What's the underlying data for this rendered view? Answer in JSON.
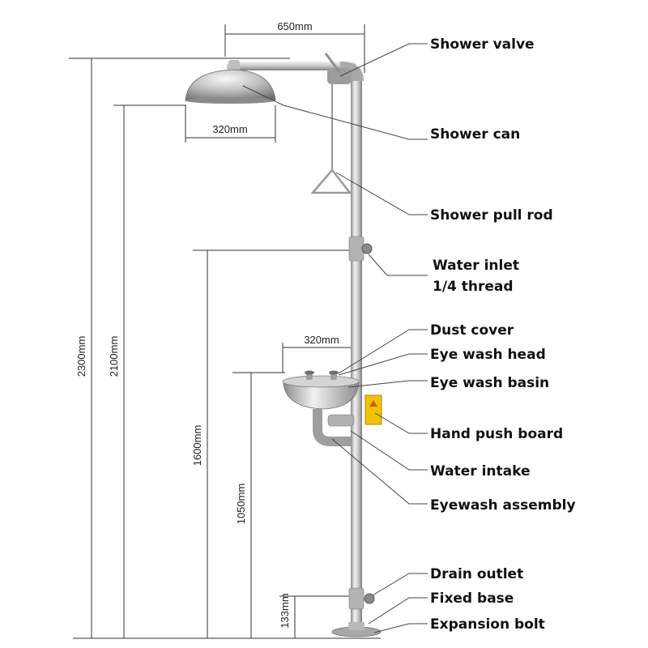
{
  "dimensions": {
    "arm_length": "650mm",
    "shower_can_width": "320mm",
    "basin_width": "320mm",
    "total_height": "2300mm",
    "shower_height": "2100mm",
    "basin_height": "1600mm",
    "eyewash_height": "1050mm",
    "drain_height": "133mm"
  },
  "callouts": {
    "shower_valve": "Shower valve",
    "shower_can": "Shower can",
    "shower_pull_rod": "Shower pull rod",
    "water_inlet_line1": "Water inlet",
    "water_inlet_line2": "1/4 thread",
    "dust_cover": "Dust cover",
    "eye_wash_head": "Eye wash head",
    "eye_wash_basin": "Eye wash basin",
    "hand_push_board": "Hand push board",
    "water_intake": "Water intake",
    "eyewash_assembly": "Eyewash assembly",
    "drain_outlet": "Drain outlet",
    "fixed_base": "Fixed base",
    "expansion_bolt": "Expansion bolt"
  },
  "colors": {
    "steel_light": "#e6e6e6",
    "steel_mid": "#b5b5b5",
    "steel_dark": "#7d7d7d",
    "sign_yellow": "#f2c200"
  }
}
